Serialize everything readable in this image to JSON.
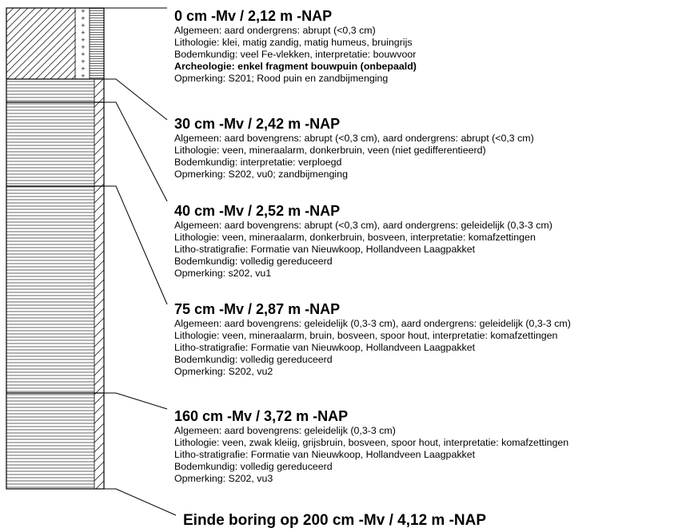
{
  "layers": [
    {
      "heading": "0 cm -Mv / 2,12 m -NAP",
      "lines": [
        {
          "text": "Algemeen: aard ondergrens: abrupt (<0,3 cm)",
          "bold": false
        },
        {
          "text": "Lithologie: klei, matig zandig, matig humeus, bruingrijs",
          "bold": false
        },
        {
          "text": "Bodemkundig: veel Fe-vlekken, interpretatie: bouwvoor",
          "bold": false
        },
        {
          "text": "Archeologie: enkel fragment bouwpuin (onbepaald)",
          "bold": true
        },
        {
          "text": "Opmerking: S201; Rood puin en zandbijmenging",
          "bold": false
        }
      ]
    },
    {
      "heading": "30 cm -Mv / 2,42 m -NAP",
      "lines": [
        {
          "text": "Algemeen: aard bovengrens: abrupt (<0,3 cm), aard ondergrens: abrupt (<0,3 cm)",
          "bold": false
        },
        {
          "text": "Lithologie: veen, mineraalarm, donkerbruin, veen (niet gedifferentieerd)",
          "bold": false
        },
        {
          "text": "Bodemkundig: interpretatie: verploegd",
          "bold": false
        },
        {
          "text": "Opmerking: S202, vu0; zandbijmenging",
          "bold": false
        }
      ]
    },
    {
      "heading": "40 cm -Mv / 2,52 m -NAP",
      "lines": [
        {
          "text": "Algemeen: aard bovengrens: abrupt (<0,3 cm), aard ondergrens: geleidelijk (0,3-3 cm)",
          "bold": false
        },
        {
          "text": "Lithologie: veen, mineraalarm, donkerbruin, bosveen, interpretatie: komafzettingen",
          "bold": false
        },
        {
          "text": "Litho-stratigrafie: Formatie van Nieuwkoop, Hollandveen Laagpakket",
          "bold": false
        },
        {
          "text": "Bodemkundig: volledig gereduceerd",
          "bold": false
        },
        {
          "text": "Opmerking: s202, vu1",
          "bold": false
        }
      ]
    },
    {
      "heading": "75 cm -Mv / 2,87 m -NAP",
      "lines": [
        {
          "text": "Algemeen: aard bovengrens: geleidelijk (0,3-3 cm), aard ondergrens: geleidelijk (0,3-3 cm)",
          "bold": false
        },
        {
          "text": "Lithologie: veen, mineraalarm, bruin, bosveen, spoor hout, interpretatie: komafzettingen",
          "bold": false
        },
        {
          "text": "Litho-stratigrafie: Formatie van Nieuwkoop, Hollandveen Laagpakket",
          "bold": false
        },
        {
          "text": "Bodemkundig: volledig gereduceerd",
          "bold": false
        },
        {
          "text": "Opmerking: S202, vu2",
          "bold": false
        }
      ]
    },
    {
      "heading": "160 cm -Mv / 3,72 m -NAP",
      "lines": [
        {
          "text": "Algemeen: aard bovengrens: geleidelijk (0,3-3 cm)",
          "bold": false
        },
        {
          "text": "Lithologie: veen, zwak kleiig, grijsbruin, bosveen, spoor hout, interpretatie: komafzettingen",
          "bold": false
        },
        {
          "text": "Litho-stratigrafie: Formatie van Nieuwkoop, Hollandveen Laagpakket",
          "bold": false
        },
        {
          "text": "Bodemkundig: volledig gereduceerd",
          "bold": false
        },
        {
          "text": "Opmerking: S202, vu3",
          "bold": false
        }
      ]
    }
  ],
  "end_label": "Einde boring op 200 cm -Mv / 4,12 m -NAP"
}
